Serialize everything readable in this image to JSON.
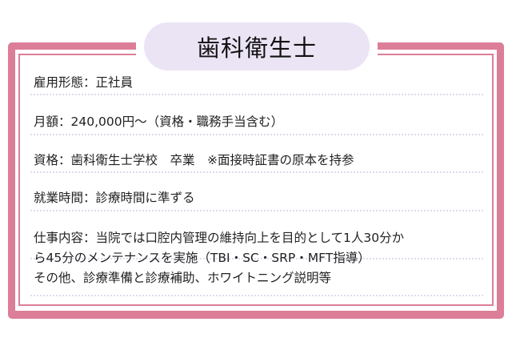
{
  "title": "歯科衛生士",
  "rows": [
    "雇用形態：正社員",
    "月額：240,000円～（資格・職務手当含む）",
    "資格：歯科衛生士学校　卒業　※面接時証書の原本を持参",
    "就業時間：診療時間に準ずる"
  ],
  "job": {
    "line1": "仕事内容：当院では口腔内管理の維持向上を目的として1人30分か",
    "line2": "ら45分のメンテナンスを実施（TBI・SC・SRP・MFT指導）",
    "line3": "その他、診療準備と診療補助、ホワイトニング説明等"
  }
}
